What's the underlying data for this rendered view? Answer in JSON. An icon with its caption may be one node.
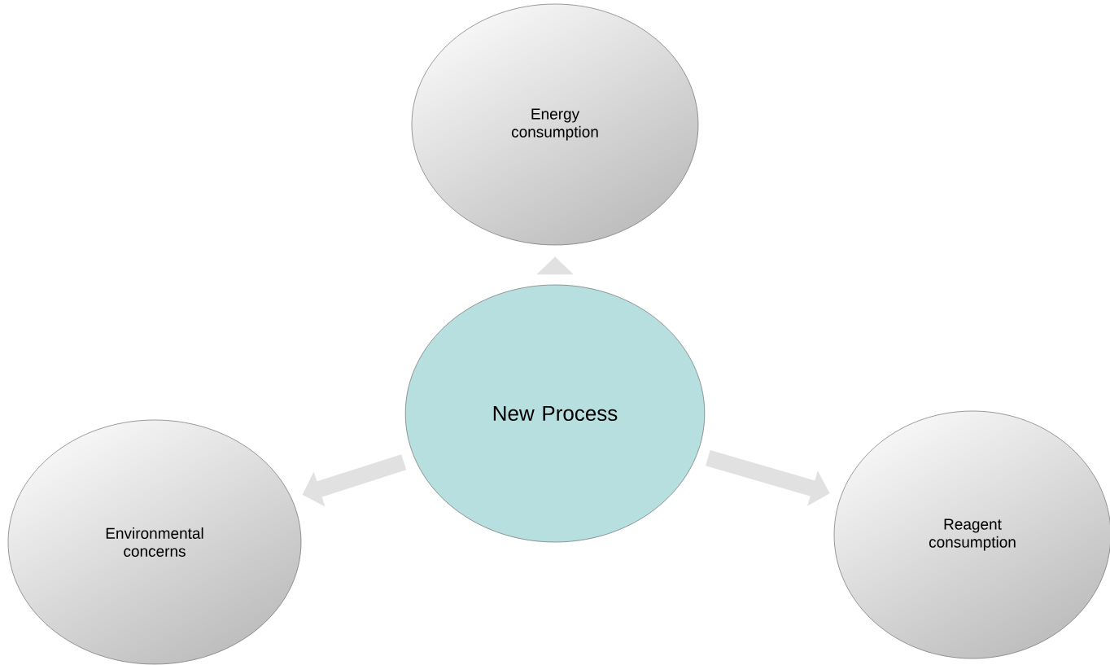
{
  "diagram": {
    "nodes": [
      {
        "text": [
          "New Process"
        ]
      },
      {
        "text": [
          "Energy consumption"
        ]
      },
      {
        "text": [
          "Environmental concerns"
        ]
      },
      {
        "text": [
          "Reagent consumption"
        ]
      }
    ],
    "edges": [
      {
        "from": 0,
        "to": 1,
        "arrow": "to"
      },
      {
        "from": 0,
        "to": 2,
        "arrow": "to"
      },
      {
        "from": 0,
        "to": 3,
        "arrow": "to"
      }
    ]
  }
}
